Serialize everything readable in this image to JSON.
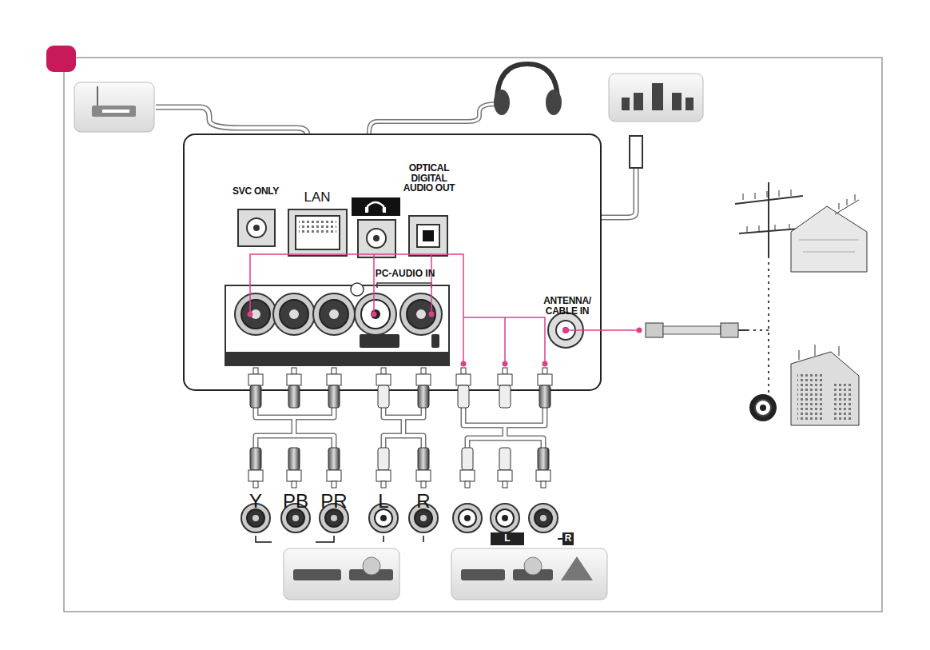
{
  "diagram": {
    "nodes": [
      {
        "text": [
          "SVC ONLY"
        ]
      },
      {
        "text": [
          "LAN"
        ]
      },
      {
        "text": [
          "OPTICAL DIGITAL AUDIO OUT"
        ]
      },
      {
        "text": [
          "ANTENNA/ CABLE IN"
        ]
      },
      {
        "text": [
          "Y"
        ]
      },
      {
        "text": [
          "PB"
        ]
      },
      {
        "text": [
          "PR"
        ]
      },
      {
        "text": [
          "L"
        ]
      },
      {
        "text": [
          "R"
        ]
      }
    ],
    "labels": [
      "PC-AUDIO IN",
      "L",
      "R"
    ]
  }
}
